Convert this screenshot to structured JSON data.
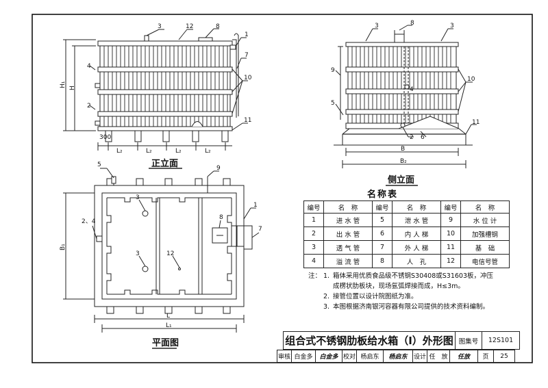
{
  "views": {
    "front": "正立面",
    "side": "侧立面",
    "plan": "平面图"
  },
  "front_labels": {
    "c3": "3",
    "c12": "12",
    "c8": "8",
    "c1": "1",
    "c7": "7",
    "c4": "4",
    "c10": "10",
    "c2": "2",
    "c11": "11",
    "h1": "H₁",
    "h": "H",
    "d300": "300",
    "l2": "L₂"
  },
  "side_labels": {
    "c3a": "3",
    "c8": "8",
    "c3b": "3",
    "c9": "9",
    "c4": "4",
    "c10": "10",
    "c5": "5",
    "c2": "2",
    "c6": "6",
    "c11": "11",
    "b": "B",
    "b2": "B₂"
  },
  "plan_labels": {
    "c5": "5",
    "c9": "9",
    "c24": "2、4",
    "c1": "1",
    "c3a": "3",
    "c8": "8",
    "c7": "7",
    "c3b": "3",
    "c12": "12",
    "b1": "B₁",
    "l": "L",
    "l1": "L₁"
  },
  "parts_table": {
    "title": "名称表",
    "col_num": "编号",
    "col_name": "名　称",
    "rows": [
      [
        {
          "n": "1",
          "name": "进 水 管"
        },
        {
          "n": "5",
          "name": "泄 水 管"
        },
        {
          "n": "9",
          "name": "水 位 计"
        }
      ],
      [
        {
          "n": "2",
          "name": "出 水 管"
        },
        {
          "n": "6",
          "name": "内 人 梯"
        },
        {
          "n": "10",
          "name": "加强槽钢"
        }
      ],
      [
        {
          "n": "3",
          "name": "透 气 管"
        },
        {
          "n": "7",
          "name": "外 人 梯"
        },
        {
          "n": "11",
          "name": "基　础"
        }
      ],
      [
        {
          "n": "4",
          "name": "溢 流 管"
        },
        {
          "n": "8",
          "name": "人　孔"
        },
        {
          "n": "12",
          "name": "电信号管"
        }
      ]
    ]
  },
  "notes": {
    "prefix": "注：",
    "items": [
      {
        "num": "1.",
        "text": "箱体采用优质食品级不锈钢S30408或S31603板，冲压"
      },
      {
        "num": "",
        "text": "成楞状肋板块，现场氩弧焊接而成，H≤3m。"
      },
      {
        "num": "2.",
        "text": "接管位置以设计院图纸为准。"
      },
      {
        "num": "3.",
        "text": "本图根据济南银河容器有限公司提供的技术资料编制。"
      }
    ]
  },
  "title_block": {
    "title": "组合式不锈钢肋板给水箱（Ⅰ）外形图",
    "atlas_label": "图集号",
    "atlas_no": "12S101",
    "review": "审核",
    "reviewer": "白金多",
    "reviewer_sig": "白金多",
    "check": "校对",
    "checker": "杨启东",
    "checker_sig": "杨启东",
    "design": "设计",
    "designer": "任　放",
    "designer_sig": "任放",
    "page_label": "页",
    "page_no": "25"
  }
}
